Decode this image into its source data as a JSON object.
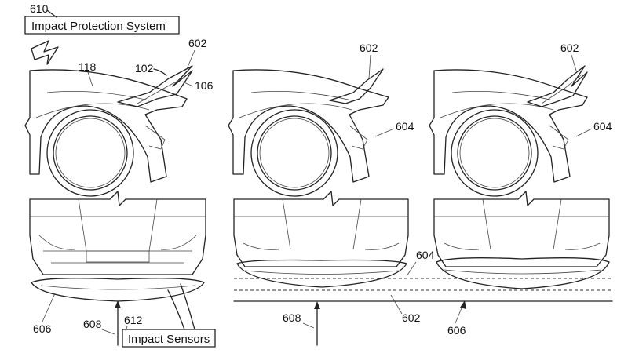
{
  "system_box": {
    "ref": "610",
    "text": "Impact Protection System"
  },
  "sensor_box": {
    "ref": "612",
    "text": "Impact Sensors"
  },
  "panel1": {
    "hood": "118",
    "assembly": "102",
    "deployed": "602",
    "part": "106",
    "shield": "606",
    "arrow": "608"
  },
  "panel2": {
    "deployed": "602",
    "side": "604",
    "lower_604": "604",
    "lower_602": "602",
    "arrow": "608"
  },
  "panel3": {
    "deployed": "602",
    "side": "604",
    "shield": "606"
  },
  "colors": {
    "line": "#222222",
    "fill": "#ffffff"
  }
}
